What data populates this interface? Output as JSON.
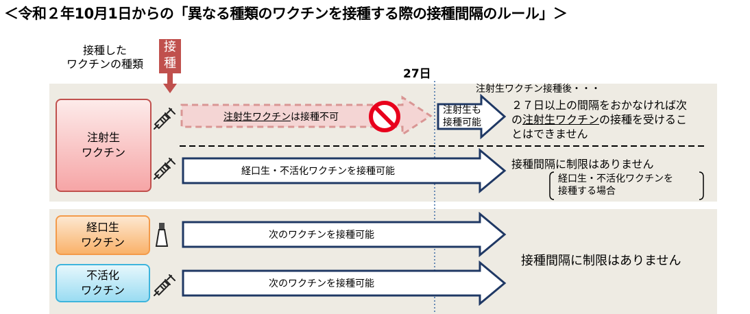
{
  "title": "＜令和２年10月1日からの「異なる種類のワクチンを接種する際の接種間隔のルール」＞",
  "header": {
    "vaccine_type_label_line1": "接種した",
    "vaccine_type_label_line2": "ワクチンの種類",
    "inject_label_line1": "接",
    "inject_label_line2": "種",
    "day_marker": "27日"
  },
  "vaccine_types": {
    "injection_line1": "注射生",
    "injection_line2": "ワクチン",
    "oral_line1": "経口生",
    "oral_line2": "ワクチン",
    "inactivated_line1": "不活化",
    "inactivated_line2": "ワクチン"
  },
  "arrows": {
    "injection_forbidden_underlined": "注射生ワクチン",
    "injection_forbidden_rest": "は接種不可",
    "injection_allowed_line1": "注射生も",
    "injection_allowed_line2": "接種可能",
    "oral_inactivated_allowed": "経口生・不活化ワクチンを接種可能",
    "oral_next": "次のワクチンを接種可能",
    "inactivated_next": "次のワクチンを接種可能"
  },
  "notes": {
    "after_injection": "注射生ワクチン接種後・・・",
    "rule_line1": "２７日以上の間隔をおかなければ次",
    "rule_line2_pre": "の",
    "rule_line2_underlined": "注射生ワクチン",
    "rule_line2_post": "の接種を受けるこ",
    "rule_line3": "とはできません",
    "no_limit_1": "接種間隔に制限はありません",
    "bracket_line1": "経口生・不活化ワクチンを",
    "bracket_line2": "接種する場合",
    "no_limit_2": "接種間隔に制限はありません"
  },
  "colors": {
    "band": "#eeebe3",
    "arrow_border": "#1f3864",
    "inject_box": "#c0504d",
    "forbidden_fill": "#f4d5d4",
    "forbidden_dash": "#d99694",
    "prohibited_sign": "#e8001c"
  },
  "icons": [
    "syringe-icon",
    "down-arrow-icon",
    "prohibited-icon",
    "bottle-icon"
  ]
}
